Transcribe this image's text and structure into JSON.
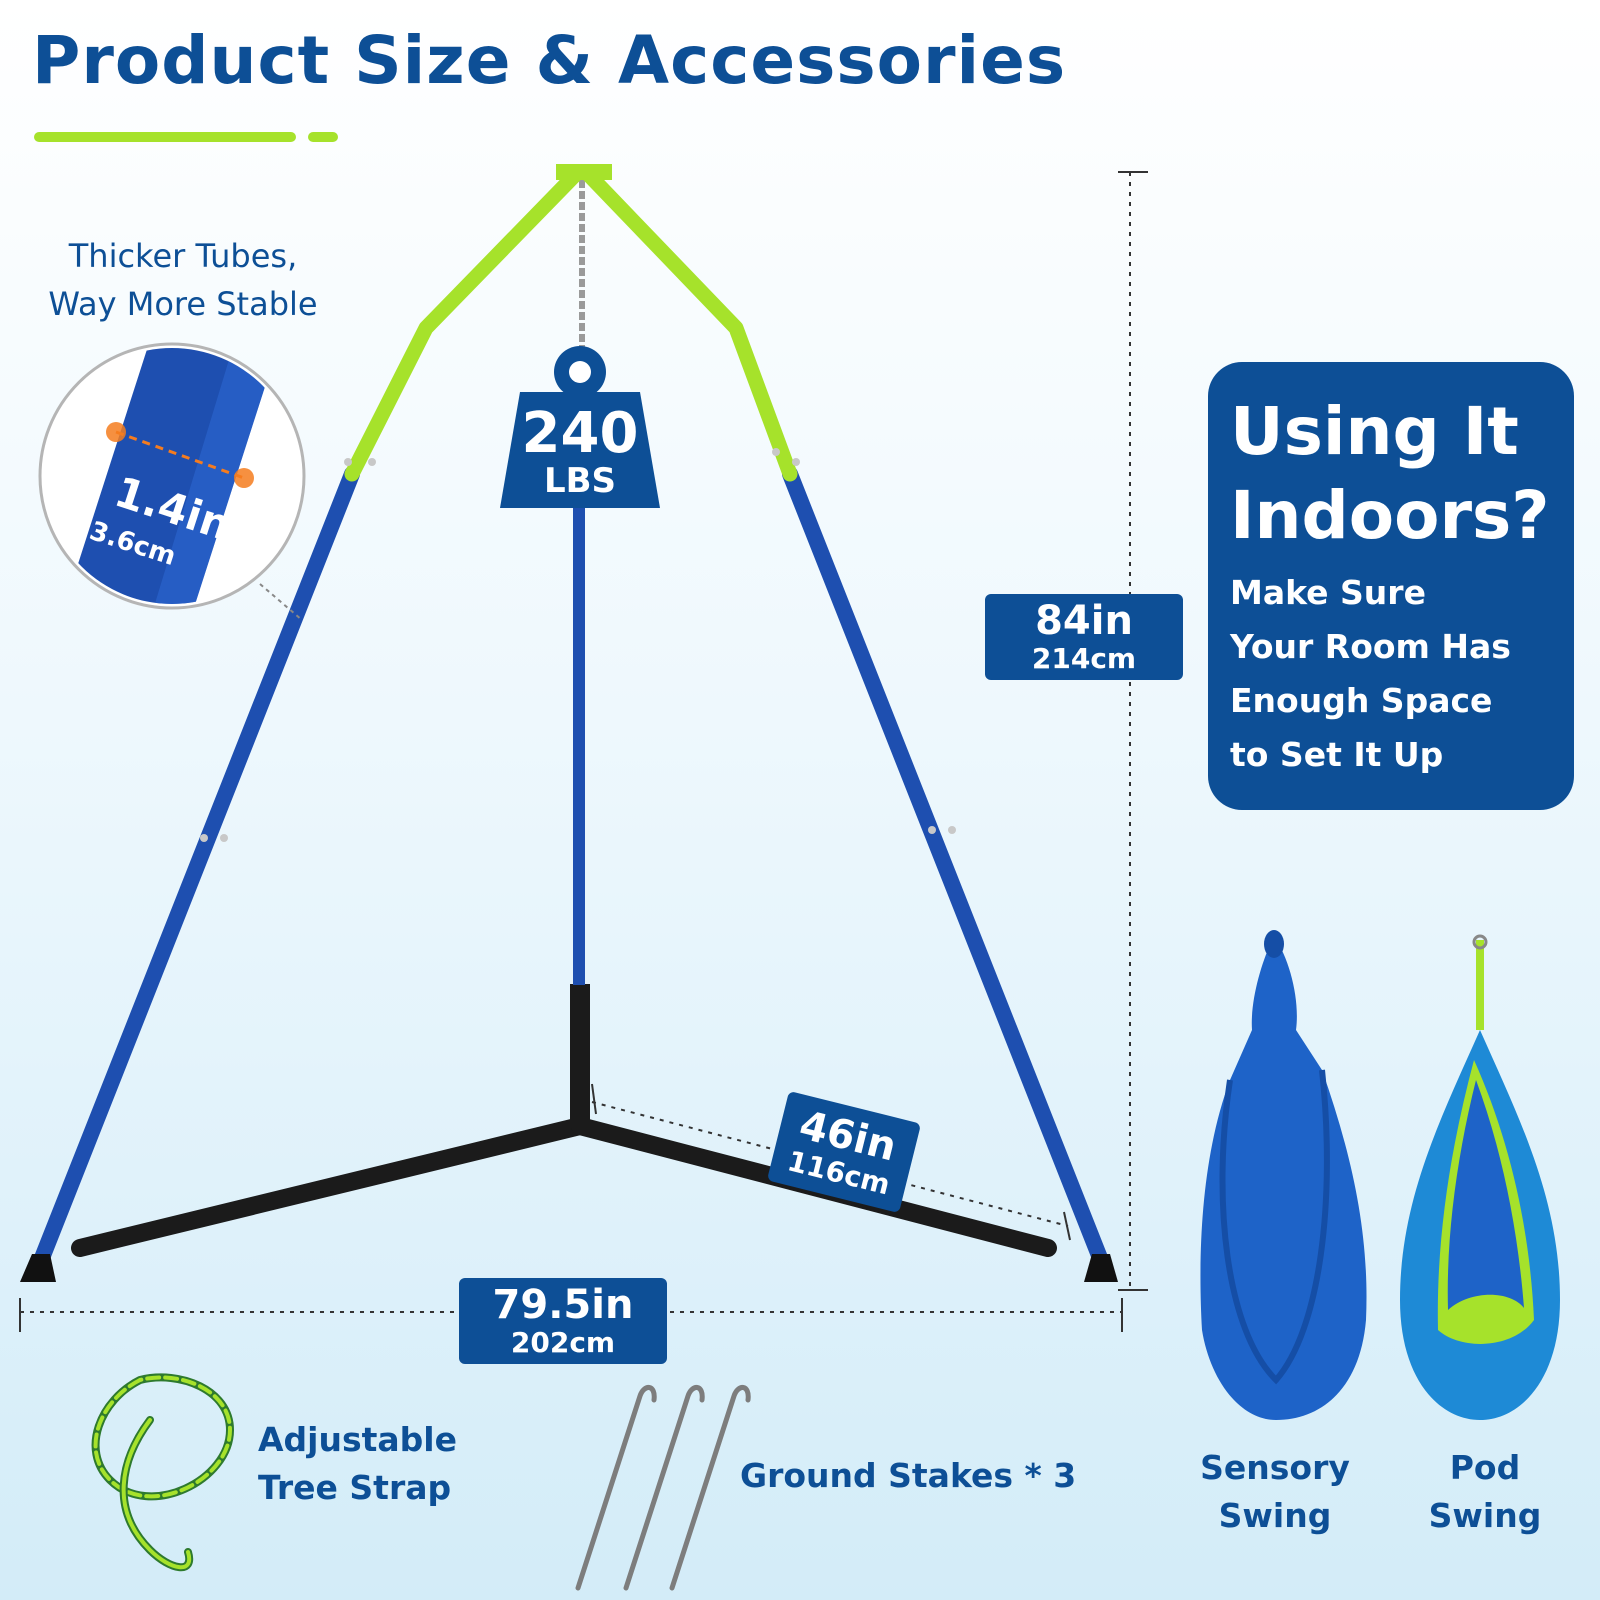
{
  "title": "Product Size & Accessories",
  "tube_callout": {
    "lines": [
      "Thicker Tubes,",
      "Way More Stable"
    ],
    "diameter_in": "1.4in",
    "diameter_cm": "3.6cm"
  },
  "weight_tag": {
    "value": "240",
    "unit": "LBS"
  },
  "dimensions": {
    "height": {
      "in": "84in",
      "cm": "214cm"
    },
    "width": {
      "in": "79.5in",
      "cm": "202cm"
    },
    "leg": {
      "in": "46in",
      "cm": "116cm"
    }
  },
  "indoor_card": {
    "heading": [
      "Using It",
      "Indoors?"
    ],
    "body": [
      "Make Sure",
      "Your Room Has",
      "Enough Space",
      "to Set It Up"
    ]
  },
  "accessories": {
    "tree_strap": [
      "Adjustable",
      "Tree Strap"
    ],
    "ground_stakes": "Ground Stakes * 3",
    "sensory_swing": [
      "Sensory",
      "Swing"
    ],
    "pod_swing": [
      "Pod",
      "Swing"
    ]
  },
  "colors": {
    "brand_blue": "#0d4f96",
    "frame_blue": "#1e4fb0",
    "frame_green": "#a6e22b",
    "accent_orange": "#f57c1f"
  }
}
